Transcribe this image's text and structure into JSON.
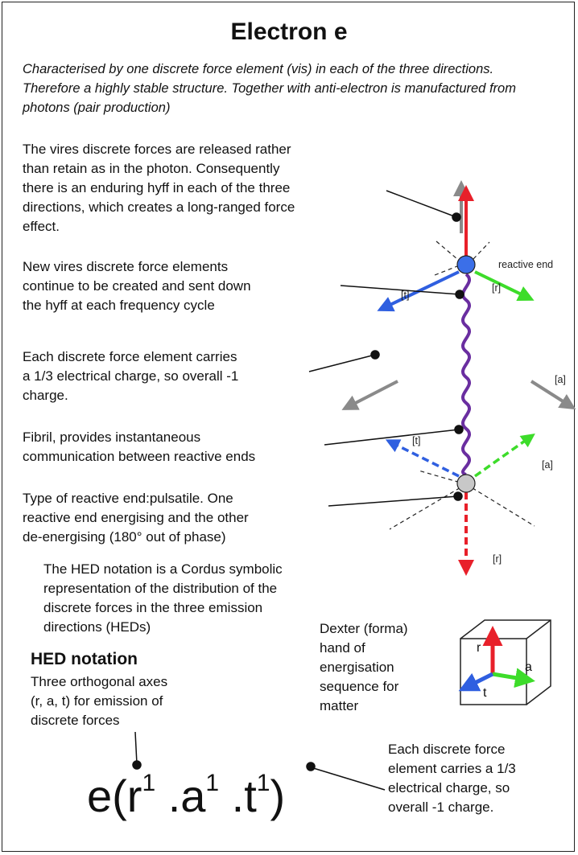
{
  "title": "Electron e",
  "intro": "Characterised by one discrete force element (vis) in each of the three directions. Therefore a highly stable structure. Together with anti-electron is manufactured from photons (pair production)",
  "notes": {
    "vires_released": "The vires discrete forces are released rather\nthan retain as in the photon. Consequently\nthere is an enduring hyff in each of the three\ndirections, which creates a long-ranged force\neffect.",
    "new_vires": "New vires discrete force elements\ncontinue to be created and sent down\nthe hyff at each frequency cycle",
    "charge": " Each discrete force element carries\na 1/3 electrical charge, so overall -1\ncharge.",
    "fibril": "Fibril, provides instantaneous\ncommunication between reactive ends",
    "reactive_type": "Type of reactive end:pulsatile.  One\nreactive end energising and the other\nde-energising (180° out of phase)",
    "hed_explanation": "The HED notation is a Cordus symbolic\nrepresentation of the distribution of the\ndiscrete forces in the three emission\ndirections  (HEDs)",
    "dexter": "Dexter (forma)\nhand of\nenergisation\nsequence for\nmatter",
    "hed_axes": "Three orthogonal axes\n(r, a, t) for emission of\ndiscrete forces",
    "charge_bottom": "Each discrete force\nelement carries a 1/3\nelectrical charge, so\noverall -1 charge."
  },
  "hed_title": "HED notation",
  "diagram_labels": {
    "r_top": "[r]",
    "reactive_end": "reactive end",
    "t_top": "[t]",
    "a_top": "[a]",
    "t_bottom": "[t]",
    "a_bottom": "[a]",
    "r_bottom": "[r]"
  },
  "cube_labels": {
    "r": "r",
    "a": "a",
    "t": "t"
  },
  "formula": {
    "base": "e(r",
    "exp1": "1",
    "mid1": " .a",
    "exp2": "1",
    "mid2": " .t",
    "exp3": "1",
    "close": ")"
  },
  "colors": {
    "red": "#e8202a",
    "green": "#3ddc2a",
    "blue": "#2f5fe0",
    "grey": "#8a8a8a",
    "fibril": "#6a2ea0",
    "reactive_top": "#3b6fe8",
    "reactive_bottom": "#c8c8c8"
  }
}
